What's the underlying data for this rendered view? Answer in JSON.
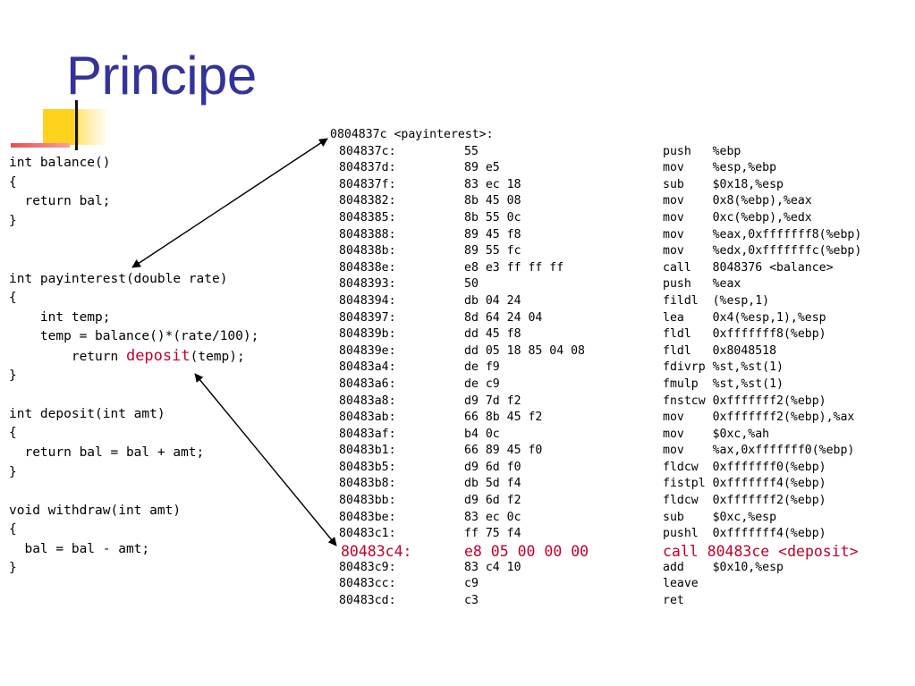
{
  "slide": {
    "title": "Principe"
  },
  "source_code": [
    [
      {
        "t": "int balance()"
      }
    ],
    [
      {
        "t": "{"
      }
    ],
    [
      {
        "t": "  return bal;"
      }
    ],
    [
      {
        "t": "}"
      }
    ],
    [
      {
        "t": ""
      }
    ],
    [
      {
        "t": ""
      }
    ],
    [
      {
        "t": "int payinterest(double rate)"
      }
    ],
    [
      {
        "t": "{"
      }
    ],
    [
      {
        "t": "    int temp;"
      }
    ],
    [
      {
        "t": "    temp = balance()*(rate/100);"
      }
    ],
    [
      {
        "t": "        return "
      },
      {
        "t": "deposit",
        "hl": true
      },
      {
        "t": "(temp);"
      }
    ],
    [
      {
        "t": "}"
      }
    ],
    [
      {
        "t": ""
      }
    ],
    [
      {
        "t": "int deposit(int amt)"
      }
    ],
    [
      {
        "t": "{"
      }
    ],
    [
      {
        "t": "  return bal = bal + amt;"
      }
    ],
    [
      {
        "t": "}"
      }
    ],
    [
      {
        "t": ""
      }
    ],
    [
      {
        "t": "void withdraw(int amt)"
      }
    ],
    [
      {
        "t": "{"
      }
    ],
    [
      {
        "t": "  bal = bal - amt;"
      }
    ],
    [
      {
        "t": "}"
      }
    ]
  ],
  "disassembly": {
    "header": "0804837c <payinterest>:",
    "rows": [
      {
        "addr": "804837c:",
        "bytes": "55",
        "instr": "push   %ebp"
      },
      {
        "addr": "804837d:",
        "bytes": "89 e5",
        "instr": "mov    %esp,%ebp"
      },
      {
        "addr": "804837f:",
        "bytes": "83 ec 18",
        "instr": "sub    $0x18,%esp"
      },
      {
        "addr": "8048382:",
        "bytes": "8b 45 08",
        "instr": "mov    0x8(%ebp),%eax"
      },
      {
        "addr": "8048385:",
        "bytes": "8b 55 0c",
        "instr": "mov    0xc(%ebp),%edx"
      },
      {
        "addr": "8048388:",
        "bytes": "89 45 f8",
        "instr": "mov    %eax,0xfffffff8(%ebp)"
      },
      {
        "addr": "804838b:",
        "bytes": "89 55 fc",
        "instr": "mov    %edx,0xfffffffc(%ebp)"
      },
      {
        "addr": "804838e:",
        "bytes": "e8 e3 ff ff ff",
        "instr": "call   8048376 <balance>"
      },
      {
        "addr": "8048393:",
        "bytes": "50",
        "instr": "push   %eax"
      },
      {
        "addr": "8048394:",
        "bytes": "db 04 24",
        "instr": "fildl  (%esp,1)"
      },
      {
        "addr": "8048397:",
        "bytes": "8d 64 24 04",
        "instr": "lea    0x4(%esp,1),%esp"
      },
      {
        "addr": "804839b:",
        "bytes": "dd 45 f8",
        "instr": "fldl   0xfffffff8(%ebp)"
      },
      {
        "addr": "804839e:",
        "bytes": "dd 05 18 85 04 08",
        "instr": "fldl   0x8048518"
      },
      {
        "addr": "80483a4:",
        "bytes": "de f9",
        "instr": "fdivrp %st,%st(1)"
      },
      {
        "addr": "80483a6:",
        "bytes": "de c9",
        "instr": "fmulp  %st,%st(1)"
      },
      {
        "addr": "80483a8:",
        "bytes": "d9 7d f2",
        "instr": "fnstcw 0xfffffff2(%ebp)"
      },
      {
        "addr": "80483ab:",
        "bytes": "66 8b 45 f2",
        "instr": "mov    0xfffffff2(%ebp),%ax"
      },
      {
        "addr": "80483af:",
        "bytes": "b4 0c",
        "instr": "mov    $0xc,%ah"
      },
      {
        "addr": "80483b1:",
        "bytes": "66 89 45 f0",
        "instr": "mov    %ax,0xfffffff0(%ebp)"
      },
      {
        "addr": "80483b5:",
        "bytes": "d9 6d f0",
        "instr": "fldcw  0xfffffff0(%ebp)"
      },
      {
        "addr": "80483b8:",
        "bytes": "db 5d f4",
        "instr": "fistpl 0xfffffff4(%ebp)"
      },
      {
        "addr": "80483bb:",
        "bytes": "d9 6d f2",
        "instr": "fldcw  0xfffffff2(%ebp)"
      },
      {
        "addr": "80483be:",
        "bytes": "83 ec 0c",
        "instr": "sub    $0xc,%esp"
      },
      {
        "addr": "80483c1:",
        "bytes": "ff 75 f4",
        "instr": "pushl  0xfffffff4(%ebp)"
      },
      {
        "addr": "80483c4:",
        "bytes": "e8 05 00 00 00",
        "instr": "call 80483ce <deposit>",
        "hl": true
      },
      {
        "addr": "80483c9:",
        "bytes": "83 c4 10",
        "instr": "add    $0x10,%esp"
      },
      {
        "addr": "80483cc:",
        "bytes": "c9",
        "instr": "leave"
      },
      {
        "addr": "80483cd:",
        "bytes": "c3",
        "instr": "ret"
      }
    ]
  }
}
